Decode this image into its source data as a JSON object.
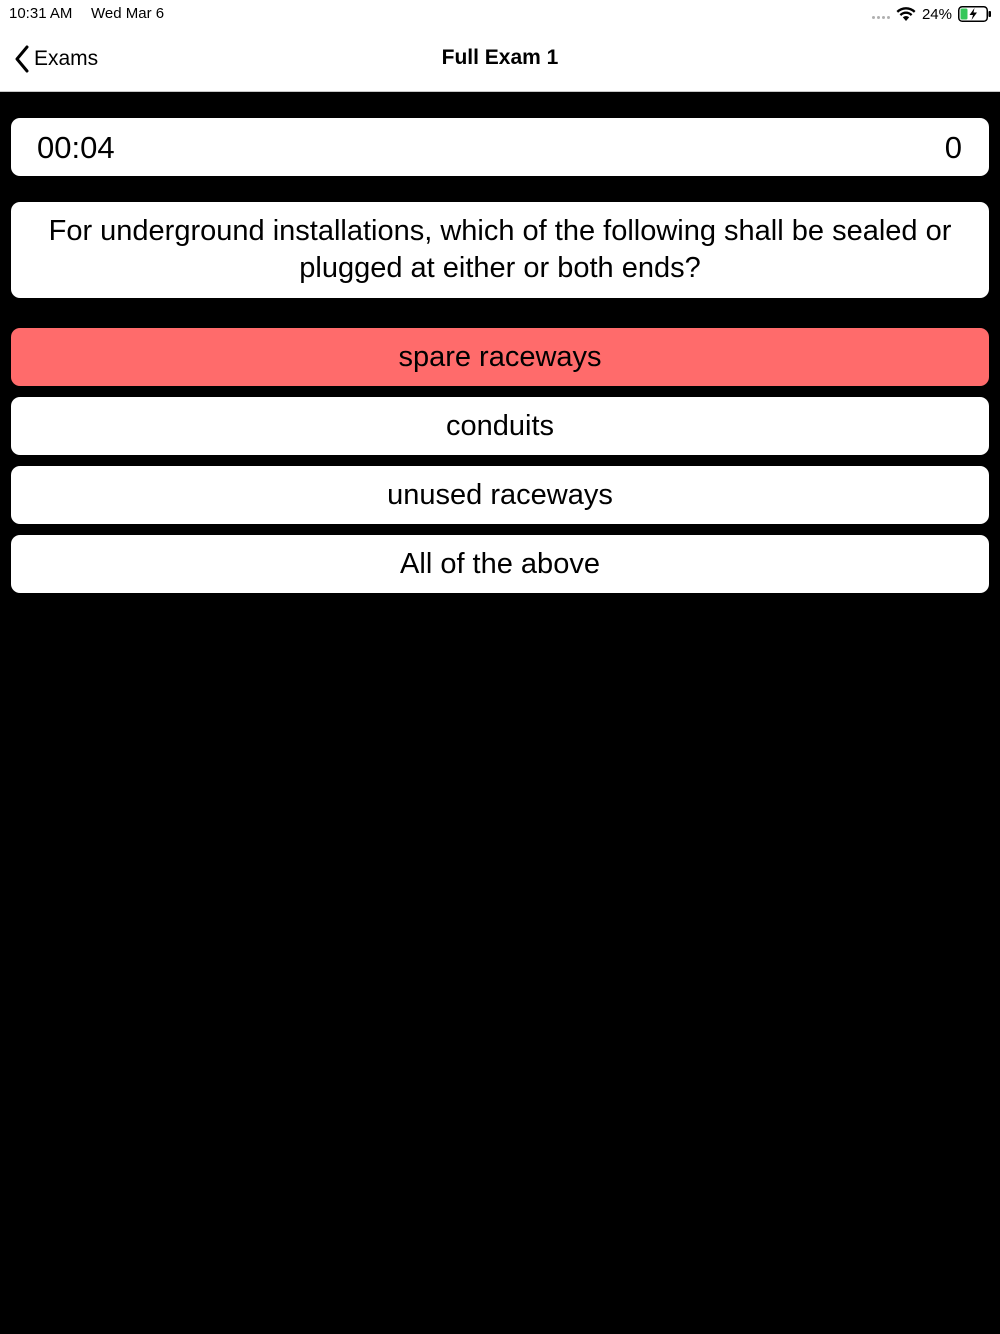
{
  "status_bar": {
    "time": "10:31 AM",
    "date": "Wed Mar 6",
    "battery_percent": "24%",
    "battery_charging_color": "#34c759"
  },
  "nav": {
    "back_label": "Exams",
    "title": "Full Exam 1"
  },
  "quiz": {
    "timer": "00:04",
    "score": "0",
    "question": "For underground installations, which of the following shall be sealed or plugged at either or both ends?",
    "answers": [
      {
        "label": "spare raceways",
        "selected": true
      },
      {
        "label": "conduits",
        "selected": false
      },
      {
        "label": "unused raceways",
        "selected": false
      },
      {
        "label": "All of the above",
        "selected": false
      }
    ]
  },
  "colors": {
    "background": "#000000",
    "card": "#ffffff",
    "selected_answer": "#ff6b6b"
  }
}
